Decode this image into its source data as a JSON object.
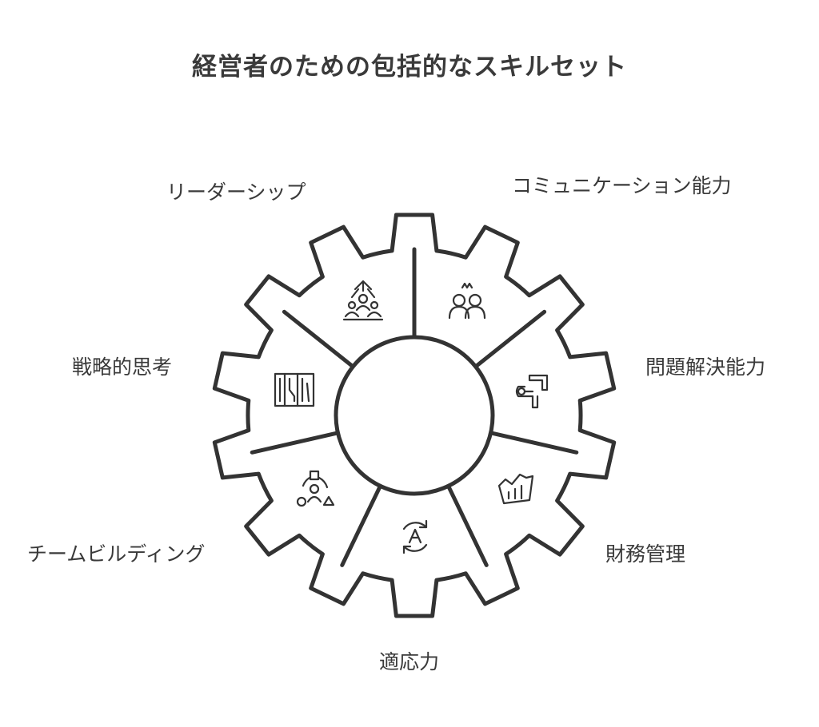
{
  "title": "経営者のための包括的なスキルセット",
  "segments": [
    {
      "key": "leadership",
      "label": "リーダーシップ",
      "icon": "leadership-icon"
    },
    {
      "key": "communication",
      "label": "コミュニケーション能力",
      "icon": "people-talking-icon"
    },
    {
      "key": "problem",
      "label": "問題解決能力",
      "icon": "boomerang-path-icon"
    },
    {
      "key": "finance",
      "label": "財務管理",
      "icon": "financial-chart-icon"
    },
    {
      "key": "adaptability",
      "label": "適応力",
      "icon": "adapt-cycle-icon"
    },
    {
      "key": "teambuilding",
      "label": "チームビルディング",
      "icon": "team-network-icon"
    },
    {
      "key": "strategic",
      "label": "戦略的思考",
      "icon": "strategy-panels-icon"
    }
  ]
}
